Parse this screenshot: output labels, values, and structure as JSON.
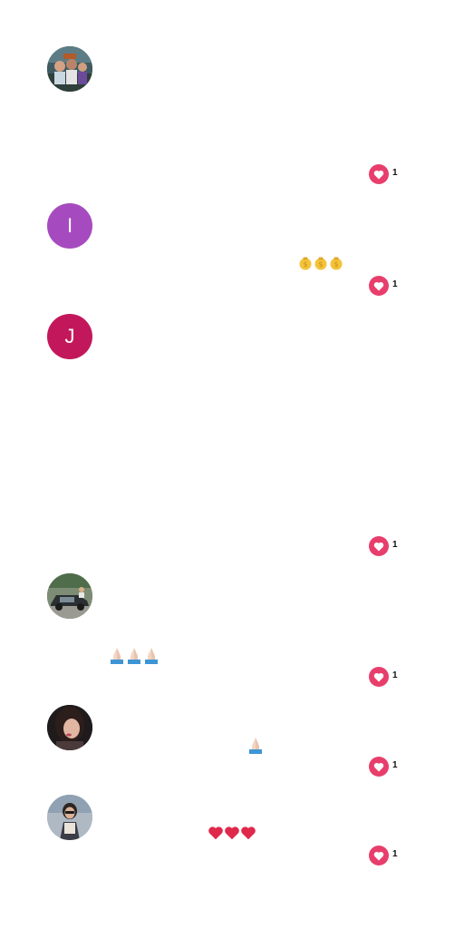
{
  "comments": [
    {
      "avatar_icon": "group-photo-avatar",
      "emoji_icon": "",
      "like_count": "1"
    },
    {
      "avatar_letter": "I",
      "avatar_color": "#a64bbf",
      "emoji_icon": "money-bag-icons",
      "like_count": "1"
    },
    {
      "avatar_letter": "J",
      "avatar_color": "#c2185b",
      "emoji_icon": "",
      "like_count": "1"
    },
    {
      "avatar_icon": "car-photo-avatar",
      "emoji_icon": "folded-hands-icons",
      "like_count": "1"
    },
    {
      "avatar_icon": "woman-photo-avatar",
      "emoji_icon": "folded-hands-icon",
      "like_count": "1"
    },
    {
      "avatar_icon": "woman-photo-avatar",
      "emoji_icon": "red-heart-icons",
      "like_count": "1"
    }
  ],
  "colors": {
    "like_pink": "#e83e6c",
    "heart_red": "#e0284a",
    "money_yellow": "#f3c33b"
  }
}
